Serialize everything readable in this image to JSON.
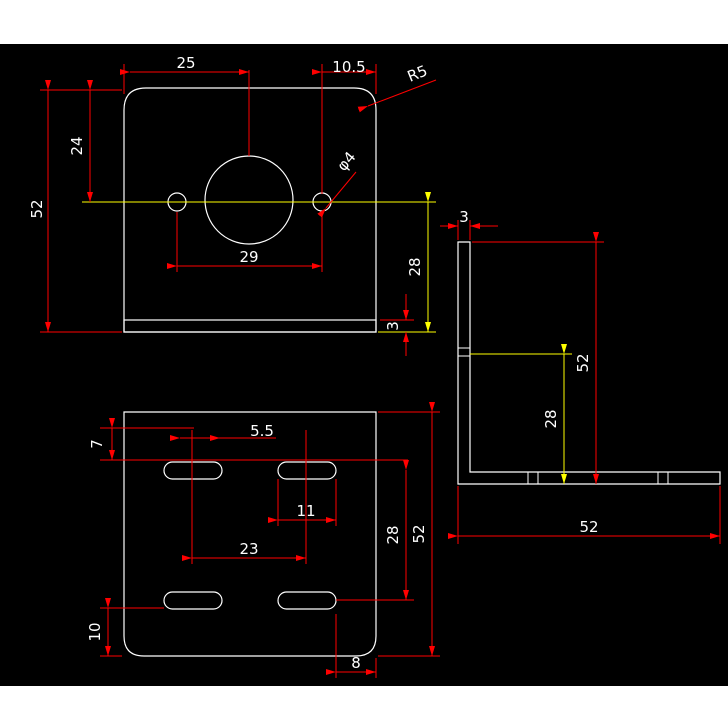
{
  "colors": {
    "background": "#000000",
    "frame": "#ffffff",
    "part": "#ffffff",
    "dimension": "#ff0000",
    "dimension_alt": "#ffff00",
    "dim_text": "#ffffff"
  },
  "views": {
    "front": {
      "dims": {
        "top_width": "25",
        "edge_offset": "10.5",
        "corner_radius": "R5",
        "hole_diameter": "φ4",
        "hole_height": "24",
        "total_height": "52",
        "hole_spacing": "29",
        "lower_height": "28",
        "flange_thickness": "3"
      }
    },
    "bottom": {
      "dims": {
        "slot_width": "5.5",
        "slot_top_offset": "7",
        "slot_length": "11",
        "slot_spacing_x": "23",
        "slot_spacing_y": "28",
        "total_height": "52",
        "slot_bottom_offset": "10",
        "slot_side_offset": "8"
      }
    },
    "side": {
      "dims": {
        "thickness": "3",
        "height": "52",
        "hole_height": "28",
        "base_length": "52"
      }
    }
  }
}
